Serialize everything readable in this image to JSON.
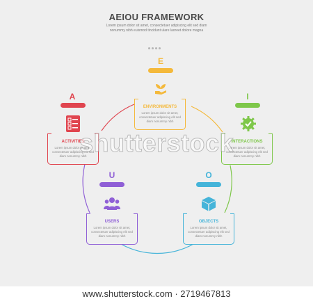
{
  "header": {
    "title": "AEIOU FRAMEWORK",
    "subtitle": "Lorem ipsum dolor sit amet, consectetuer adipiscing elit sed diam nonummy nibh euismod tincidunt ulare laoreet dolore magna"
  },
  "items": [
    {
      "letter": "E",
      "name": "ENVIRONMENTS",
      "desc": "Lorem ipsum dolor sit amet, consectetuer adipiscing elit sed diam nonummy nibh",
      "color": "#f4b93b",
      "icon": "plant-hand-icon"
    },
    {
      "letter": "A",
      "name": "ACTIVITIES",
      "desc": "Lorem ipsum dolor sit amet, consectetuer adipiscing elit sed diam nonummy nibh",
      "color": "#e0454f",
      "icon": "checklist-icon"
    },
    {
      "letter": "I",
      "name": "INTERACTIONS",
      "desc": "Lorem ipsum dolor sit amet, consectetuer adipiscing elit sed diam nonummy nibh",
      "color": "#7ec74a",
      "icon": "gear-check-icon"
    },
    {
      "letter": "U",
      "name": "USERS",
      "desc": "Lorem ipsum dolor sit amet, consectetuer adipiscing elit sed diam nonummy nibh",
      "color": "#8f5fd6",
      "icon": "users-icon"
    },
    {
      "letter": "O",
      "name": "OBJECTS",
      "desc": "Lorem ipsum dolor sit amet, consectetuer adipiscing elit sed diam nonummy nibh",
      "color": "#45b4d9",
      "icon": "cube-icon"
    }
  ],
  "watermark": "shutterstock",
  "footer": "www.shutterstock.com · 2719467813"
}
